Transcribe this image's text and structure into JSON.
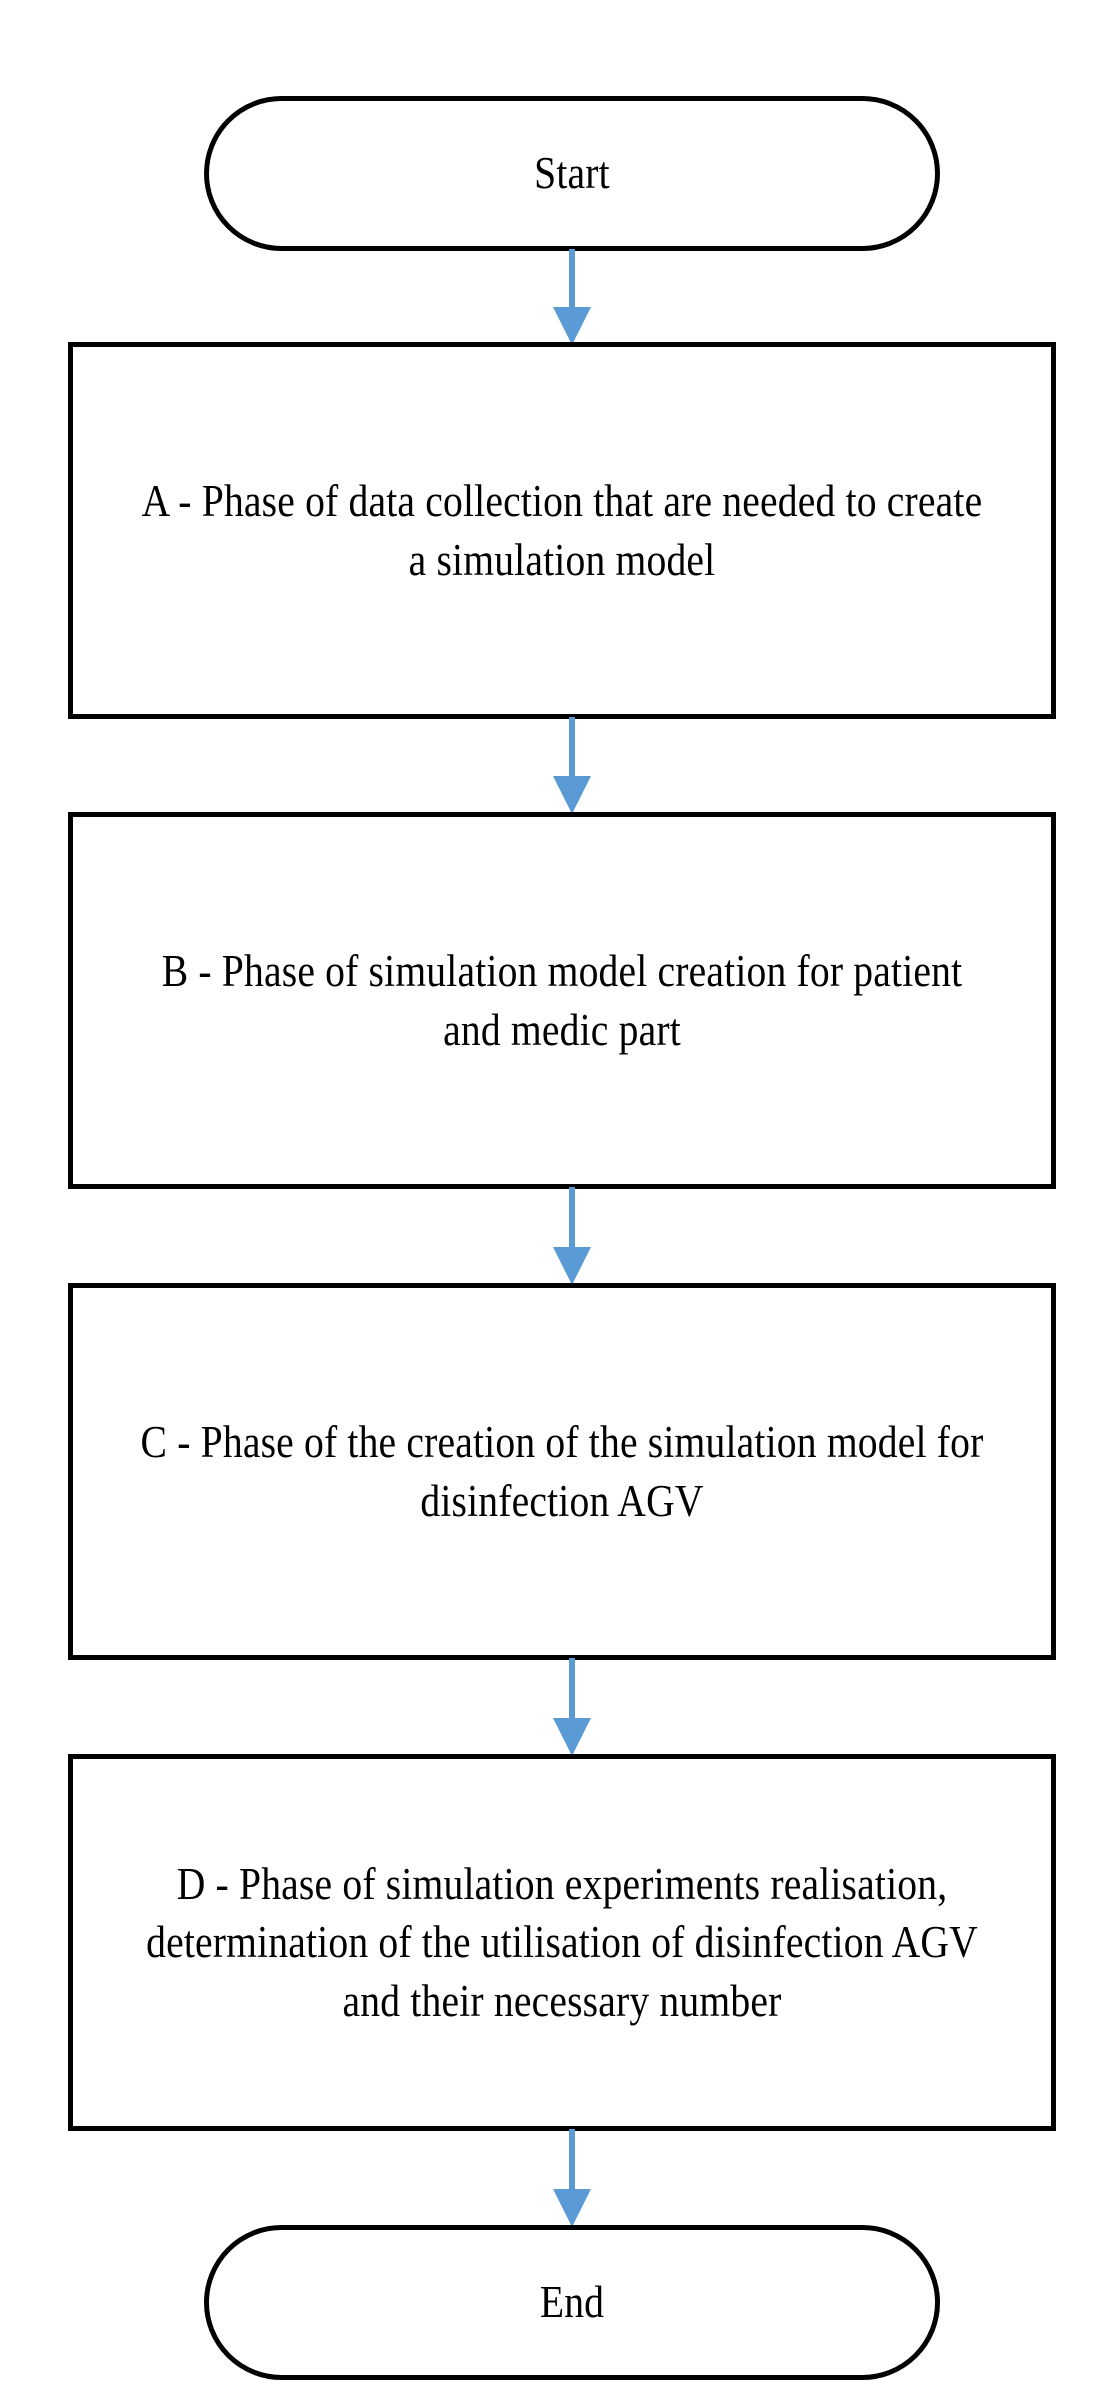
{
  "diagram": {
    "title": "Simulation study phases flowchart",
    "orientation": "top-to-bottom",
    "background_color": "#FFFFFF",
    "node_border_color": "#000000",
    "node_fill_color": "#FFFFFF",
    "connector_color": "#5B9BD5",
    "text_color": "#000000"
  },
  "nodes": {
    "start": {
      "shape": "terminator",
      "label": "Start"
    },
    "a": {
      "shape": "process",
      "label": "A - Phase of data collection that are needed to create a simulation model"
    },
    "b": {
      "shape": "process",
      "label": "B - Phase of simulation model creation for patient and medic part"
    },
    "c": {
      "shape": "process",
      "label": "C - Phase of the creation of the simulation model for disinfection AGV"
    },
    "d": {
      "shape": "process",
      "label": "D - Phase of simulation experiments realisation, determination of the utilisation of disinfection AGV and their necessary number"
    },
    "end": {
      "shape": "terminator",
      "label": "End"
    }
  },
  "connectors": [
    {
      "id": "start-a",
      "from": "start",
      "to": "a",
      "style": "arrow-down"
    },
    {
      "id": "a-b",
      "from": "a",
      "to": "b",
      "style": "arrow-down"
    },
    {
      "id": "b-c",
      "from": "b",
      "to": "c",
      "style": "arrow-down"
    },
    {
      "id": "c-d",
      "from": "c",
      "to": "d",
      "style": "arrow-down"
    },
    {
      "id": "d-end",
      "from": "d",
      "to": "end",
      "style": "arrow-down"
    }
  ]
}
